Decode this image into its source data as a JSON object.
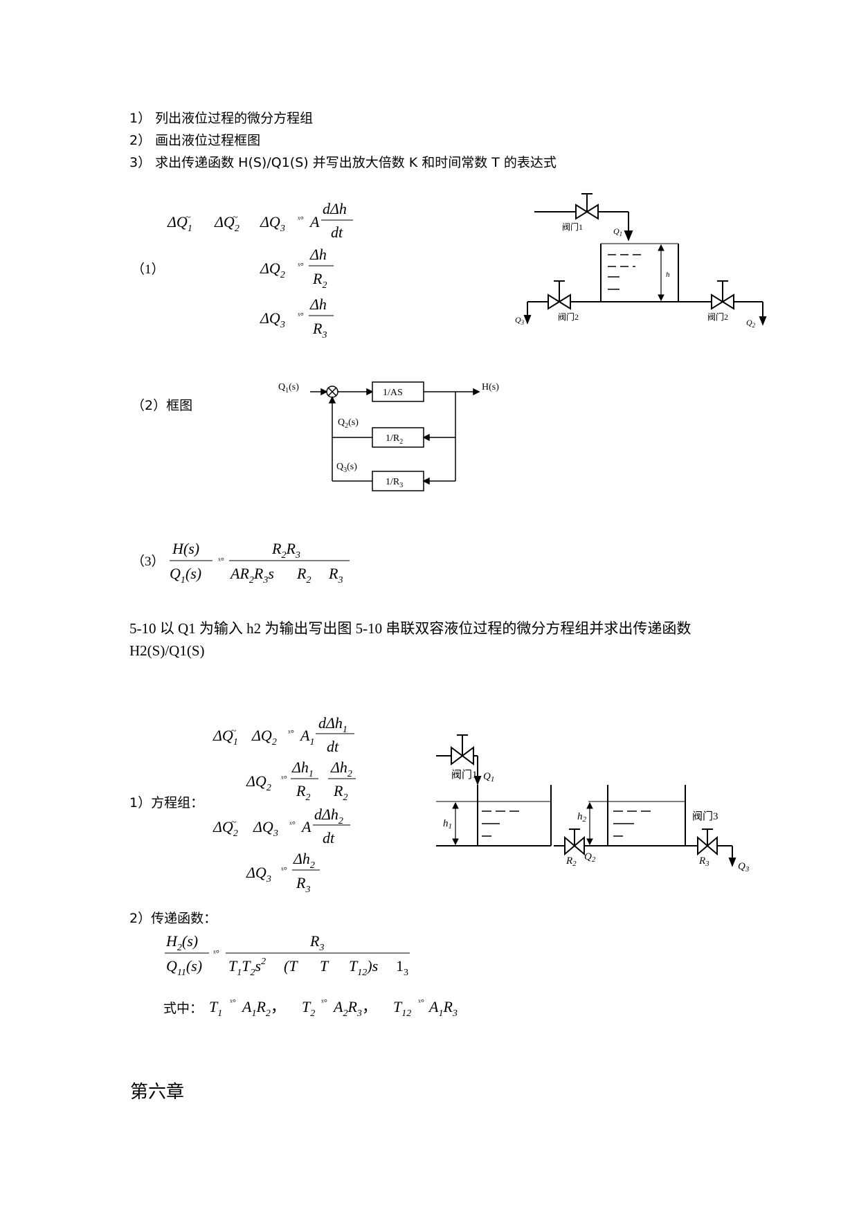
{
  "intro": {
    "items": [
      "1） 列出液位过程的微分方程组",
      "2） 画出液位过程框图",
      "3） 求出传递函数 H(S)/Q1(S)  并写出放大倍数 K 和时间常数 T  的表达式"
    ]
  },
  "part1": {
    "label": "（1）",
    "eq1": {
      "a": "ΔQ",
      "a_sub": "1",
      "b": "ΔQ",
      "b_sub": "2",
      "c": "ΔQ",
      "c_sub": "3",
      "rel": "ˣ°",
      "coef": "A",
      "num": "dΔh",
      "den": "dt"
    },
    "eq2": {
      "lhs": "ΔQ",
      "lhs_sub": "2",
      "rel": "ˣ°",
      "num": "Δh",
      "den": "R",
      "den_sub": "2"
    },
    "eq3": {
      "lhs": "ΔQ",
      "lhs_sub": "3",
      "rel": "ˣ°",
      "num": "Δh",
      "den": "R",
      "den_sub": "3"
    }
  },
  "tank1": {
    "valve1": "阀门1",
    "q1": "Q",
    "q1_sub": "1",
    "valve2_left": "阀门2",
    "valve2_right": "阀门2",
    "q3": "Q",
    "q3_sub": "3",
    "q2": "Q",
    "q2_sub": "2",
    "h": "h"
  },
  "part2": {
    "label": "（2）框图",
    "input": "Q",
    "input_sub": "1",
    "input_tail": "(s)",
    "block1": "1/AS",
    "output": "H(s)",
    "fb2_label": "Q",
    "fb2_sub": "2",
    "fb2_tail": "(s)",
    "block2": "1/R",
    "block2_sub": "2",
    "fb3_label": "Q",
    "fb3_sub": "3",
    "fb3_tail": "(s)",
    "block3": "1/R",
    "block3_sub": "3"
  },
  "part3": {
    "label": "（3）",
    "num_h": "H(s)",
    "den_q": "Q",
    "den_q_sub": "1",
    "den_q_tail": "(s)",
    "rel": "ˣ°",
    "rhs_num": "R",
    "rhs_num_sub1": "2",
    "rhs_num_mid": "R",
    "rhs_num_sub2": "3",
    "rhs_den_a": "AR",
    "rhs_den_a_sub1": "2",
    "rhs_den_a_mid": "R",
    "rhs_den_a_sub2": "3",
    "rhs_den_a_tail": "s",
    "rhs_den_b": "R",
    "rhs_den_b_sub": "2",
    "rhs_den_c": "R",
    "rhs_den_c_sub": "3"
  },
  "problem510": {
    "line1": "5-10  以 Q1 为输入  h2 为输出写出图 5-10 串联双容液位过程的微分方程组并求出传递函数",
    "line2": "H2(S)/Q1(S)"
  },
  "sys2": {
    "label": "1）方程组：",
    "eq1": {
      "a": "ΔQ",
      "a_sub": "1",
      "b": "ΔQ",
      "b_sub": "2",
      "rel": "ˣ°",
      "coef": "A",
      "coef_sub": "1",
      "num": "dΔh",
      "num_sub": "1",
      "den": "dt"
    },
    "eq2": {
      "lhs": "ΔQ",
      "lhs_sub": "2",
      "rel": "ˣ°",
      "n1": "Δh",
      "n1_sub": "1",
      "d1": "R",
      "d1_sub": "2",
      "n2": "Δh",
      "n2_sub": "2",
      "d2": "R",
      "d2_sub": "2"
    },
    "eq3": {
      "a": "ΔQ",
      "a_sub": "2",
      "b": "ΔQ",
      "b_sub": "3",
      "rel": "ˣ°",
      "coef": "A",
      "num": "dΔh",
      "num_sub": "2",
      "den": "dt"
    },
    "eq4": {
      "lhs": "ΔQ",
      "lhs_sub": "3",
      "rel": "ˣ°",
      "num": "Δh",
      "num_sub": "2",
      "den": "R",
      "den_sub": "3"
    }
  },
  "tank2": {
    "valve1": "阀门1",
    "q1": "Q",
    "q1_sub": "1",
    "h1": "h",
    "h1_sub": "1",
    "h2": "h",
    "h2_sub": "2",
    "r2": "R",
    "r2_sub": "2",
    "q2": "Q",
    "q2_sub": "2",
    "valve3": "阀门3",
    "r3": "R",
    "r3_sub": "3",
    "q3": "Q",
    "q3_sub": "3"
  },
  "tf2": {
    "label": "2）传递函数：",
    "num_h": "H",
    "num_h_sub": "2",
    "num_h_tail": "(s)",
    "den_q": "Q",
    "den_q_sub": "11",
    "den_q_tail": "(s)",
    "rel": "ˣ°",
    "rhs_num": "R",
    "rhs_num_sub": "3",
    "rhs_den_1": "T",
    "rhs_den_1_sub": "1",
    "rhs_den_1b": "T",
    "rhs_den_1b_sub": "2",
    "rhs_den_1_tail": "s",
    "rhs_den_1_sup": "2",
    "rhs_den_2": "(T",
    "rhs_den_3": "T",
    "rhs_den_4": "T",
    "rhs_den_4_sub": "12",
    "rhs_den_4_tail": ")s",
    "rhs_den_5": "1",
    "rhs_den_5_sub": "3"
  },
  "where": {
    "label": "式中：",
    "t1": "T",
    "t1_sub": "1",
    "t1_rhs": "A",
    "t1_rhs_sub": "1",
    "t1_rhs2": "R",
    "t1_rhs2_sub": "2",
    "t2": "T",
    "t2_sub": "2",
    "t2_rhs": "A",
    "t2_rhs_sub": "2",
    "t2_rhs2": "R",
    "t2_rhs2_sub": "3",
    "t12": "T",
    "t12_sub": "12",
    "t12_rhs": "A",
    "t12_rhs_sub": "1",
    "t12_rhs2": "R",
    "t12_rhs2_sub": "3",
    "rel": "ˣ°",
    "sep": "，"
  },
  "chapter": {
    "title": "第六章"
  }
}
